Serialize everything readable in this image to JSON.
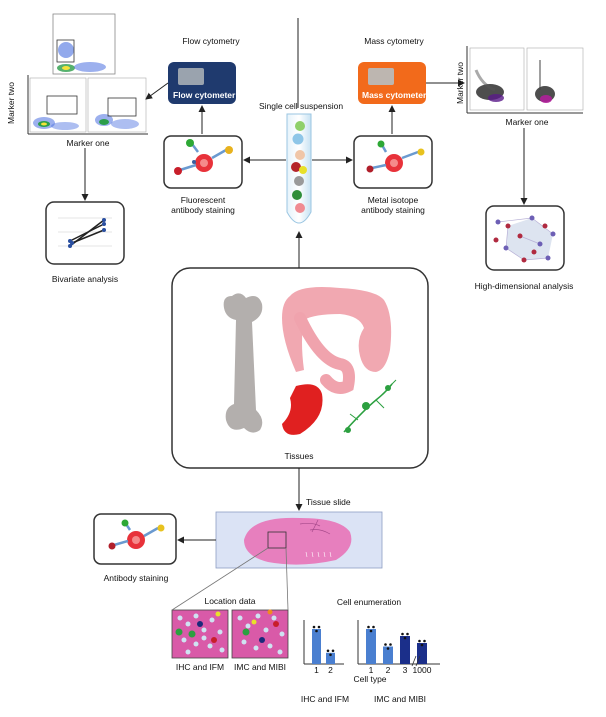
{
  "top": {
    "flow_title": "Flow cytometry",
    "mass_title": "Mass cytometry",
    "flow_device": "Flow cytometer",
    "mass_device": "Mass cytometer",
    "suspension": "Single cell suspension",
    "fluor_staining": "Fluorescent\nantibody staining",
    "metal_staining": "Metal isotope\nantibody staining"
  },
  "left_plot": {
    "ylabel": "Marker two",
    "xlabel": "Marker one"
  },
  "right_plot": {
    "ylabel": "Marker two",
    "xlabel": "Marker one"
  },
  "bivariate": "Bivariate analysis",
  "highdim": "High-dimensional analysis",
  "tissues": "Tissues",
  "tissue_slide": "Tissue slide",
  "antibody_staining": "Antibody staining",
  "location_data": "Location data",
  "ihc_ifm_label": "IHC and IFM",
  "imc_mibi_label": "IMC and MIBI",
  "cell_enum": {
    "title": "Cell enumeration",
    "xlabel": "Cell type",
    "ticks_left": [
      "1",
      "2"
    ],
    "ticks_right": [
      "1",
      "2",
      "3",
      "1000"
    ],
    "footer_left": "IHC and IFM",
    "footer_right": "IMC and MIBI"
  },
  "colors": {
    "flow_device": "#1f3a6e",
    "mass_device": "#f26a1b",
    "bar_light": "#4a7fd0",
    "bar_dark": "#1b2f8a",
    "tissue_pink": "#f0a3ad",
    "bone_gray": "#b3afad"
  },
  "chart_data": [
    {
      "type": "bar",
      "categories": [
        "1",
        "2"
      ],
      "series": [
        {
          "values": [
            5,
            1.6
          ]
        }
      ],
      "xlabel": "Cell type",
      "title": "Cell enumeration"
    },
    {
      "type": "bar",
      "categories": [
        "1",
        "2",
        "3",
        "1000"
      ],
      "series": [
        {
          "values": [
            5,
            2.5,
            4,
            3
          ]
        }
      ],
      "xlabel": "Cell type"
    }
  ]
}
